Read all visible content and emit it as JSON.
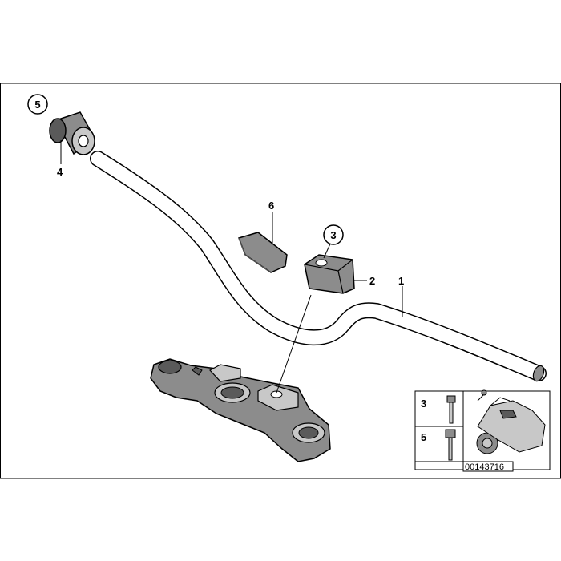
{
  "callouts": {
    "p1": "1",
    "p2": "2",
    "p3": "3",
    "p4": "4",
    "p5": "5",
    "p6": "6"
  },
  "legend": {
    "item_a": "3",
    "item_b": "5",
    "figure_id": "00143716"
  },
  "colors": {
    "line": "#000000",
    "part_fill": "#8c8c8c",
    "part_dark": "#5a5a5a",
    "part_light": "#c8c8c8",
    "background": "#ffffff"
  }
}
